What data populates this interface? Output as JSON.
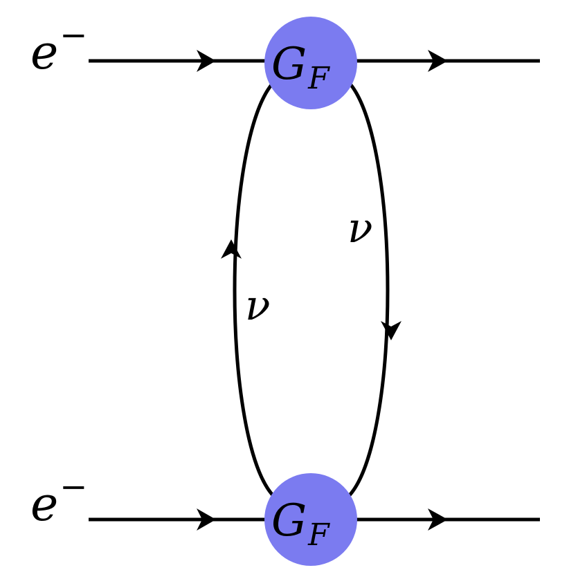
{
  "diagram": {
    "top_vertex": {
      "symbol": "G",
      "subscript": "F"
    },
    "bottom_vertex": {
      "symbol": "G",
      "subscript": "F"
    },
    "incoming_top": {
      "symbol": "e",
      "superscript": "−"
    },
    "incoming_bottom": {
      "symbol": "e",
      "superscript": "−"
    },
    "loop_left_label": "ν",
    "loop_right_label": "ν"
  },
  "colors": {
    "vertex_fill": "#7B7BF0",
    "line": "#000000",
    "background": "#FFFFFF"
  }
}
